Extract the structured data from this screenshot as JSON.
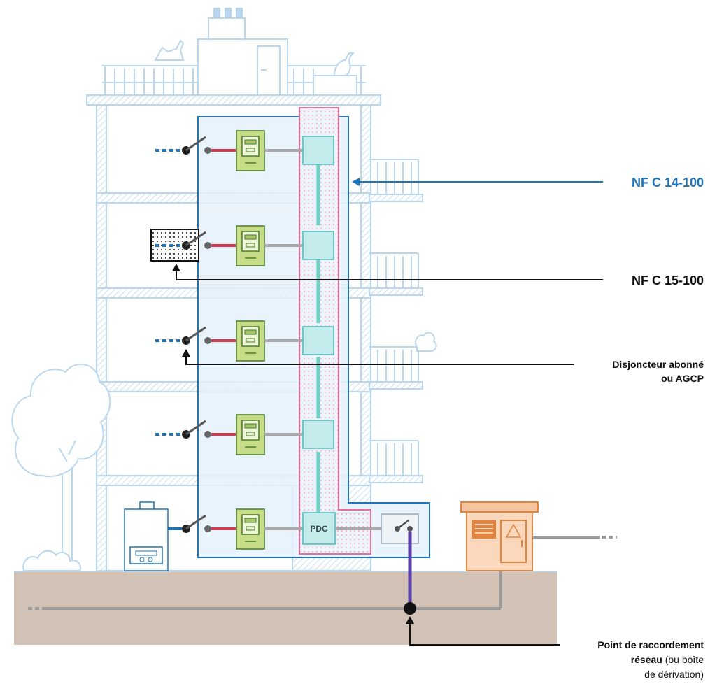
{
  "labels": {
    "nf_c_14_100": "NF C 14-100",
    "nf_c_15_100": "NF C 15-100",
    "disjoncteur_line1": "Disjoncteur abonné",
    "disjoncteur_line2": "ou AGCP",
    "pdc": "PDC",
    "raccordement_line1": "Point de raccordement",
    "raccordement_line2_bold": "réseau",
    "raccordement_line2_rest": " (ou boîte",
    "raccordement_line3": "de dérivation)"
  },
  "colors": {
    "building_outline": "#b9d7ee",
    "nf_c_14_100_zone": "#1f73b7",
    "riser_zone": "#e0457b",
    "riser_cable": "#6ccfc4",
    "meter_fill": "#c6dc86",
    "breaker_cable": "#d63a4f",
    "consumer_cable": "#1f73b7",
    "ground": "#d2c2b5",
    "network_cable": "#9a9a9a",
    "connection_cable": "#5b3fa6",
    "substation": "#f7c4a0"
  },
  "icons": [
    "cat-icon",
    "bird-icon",
    "tree-icon",
    "boiler-icon",
    "substation-icon",
    "electric-hazard-icon",
    "meter-icon",
    "breaker-switch-icon"
  ]
}
